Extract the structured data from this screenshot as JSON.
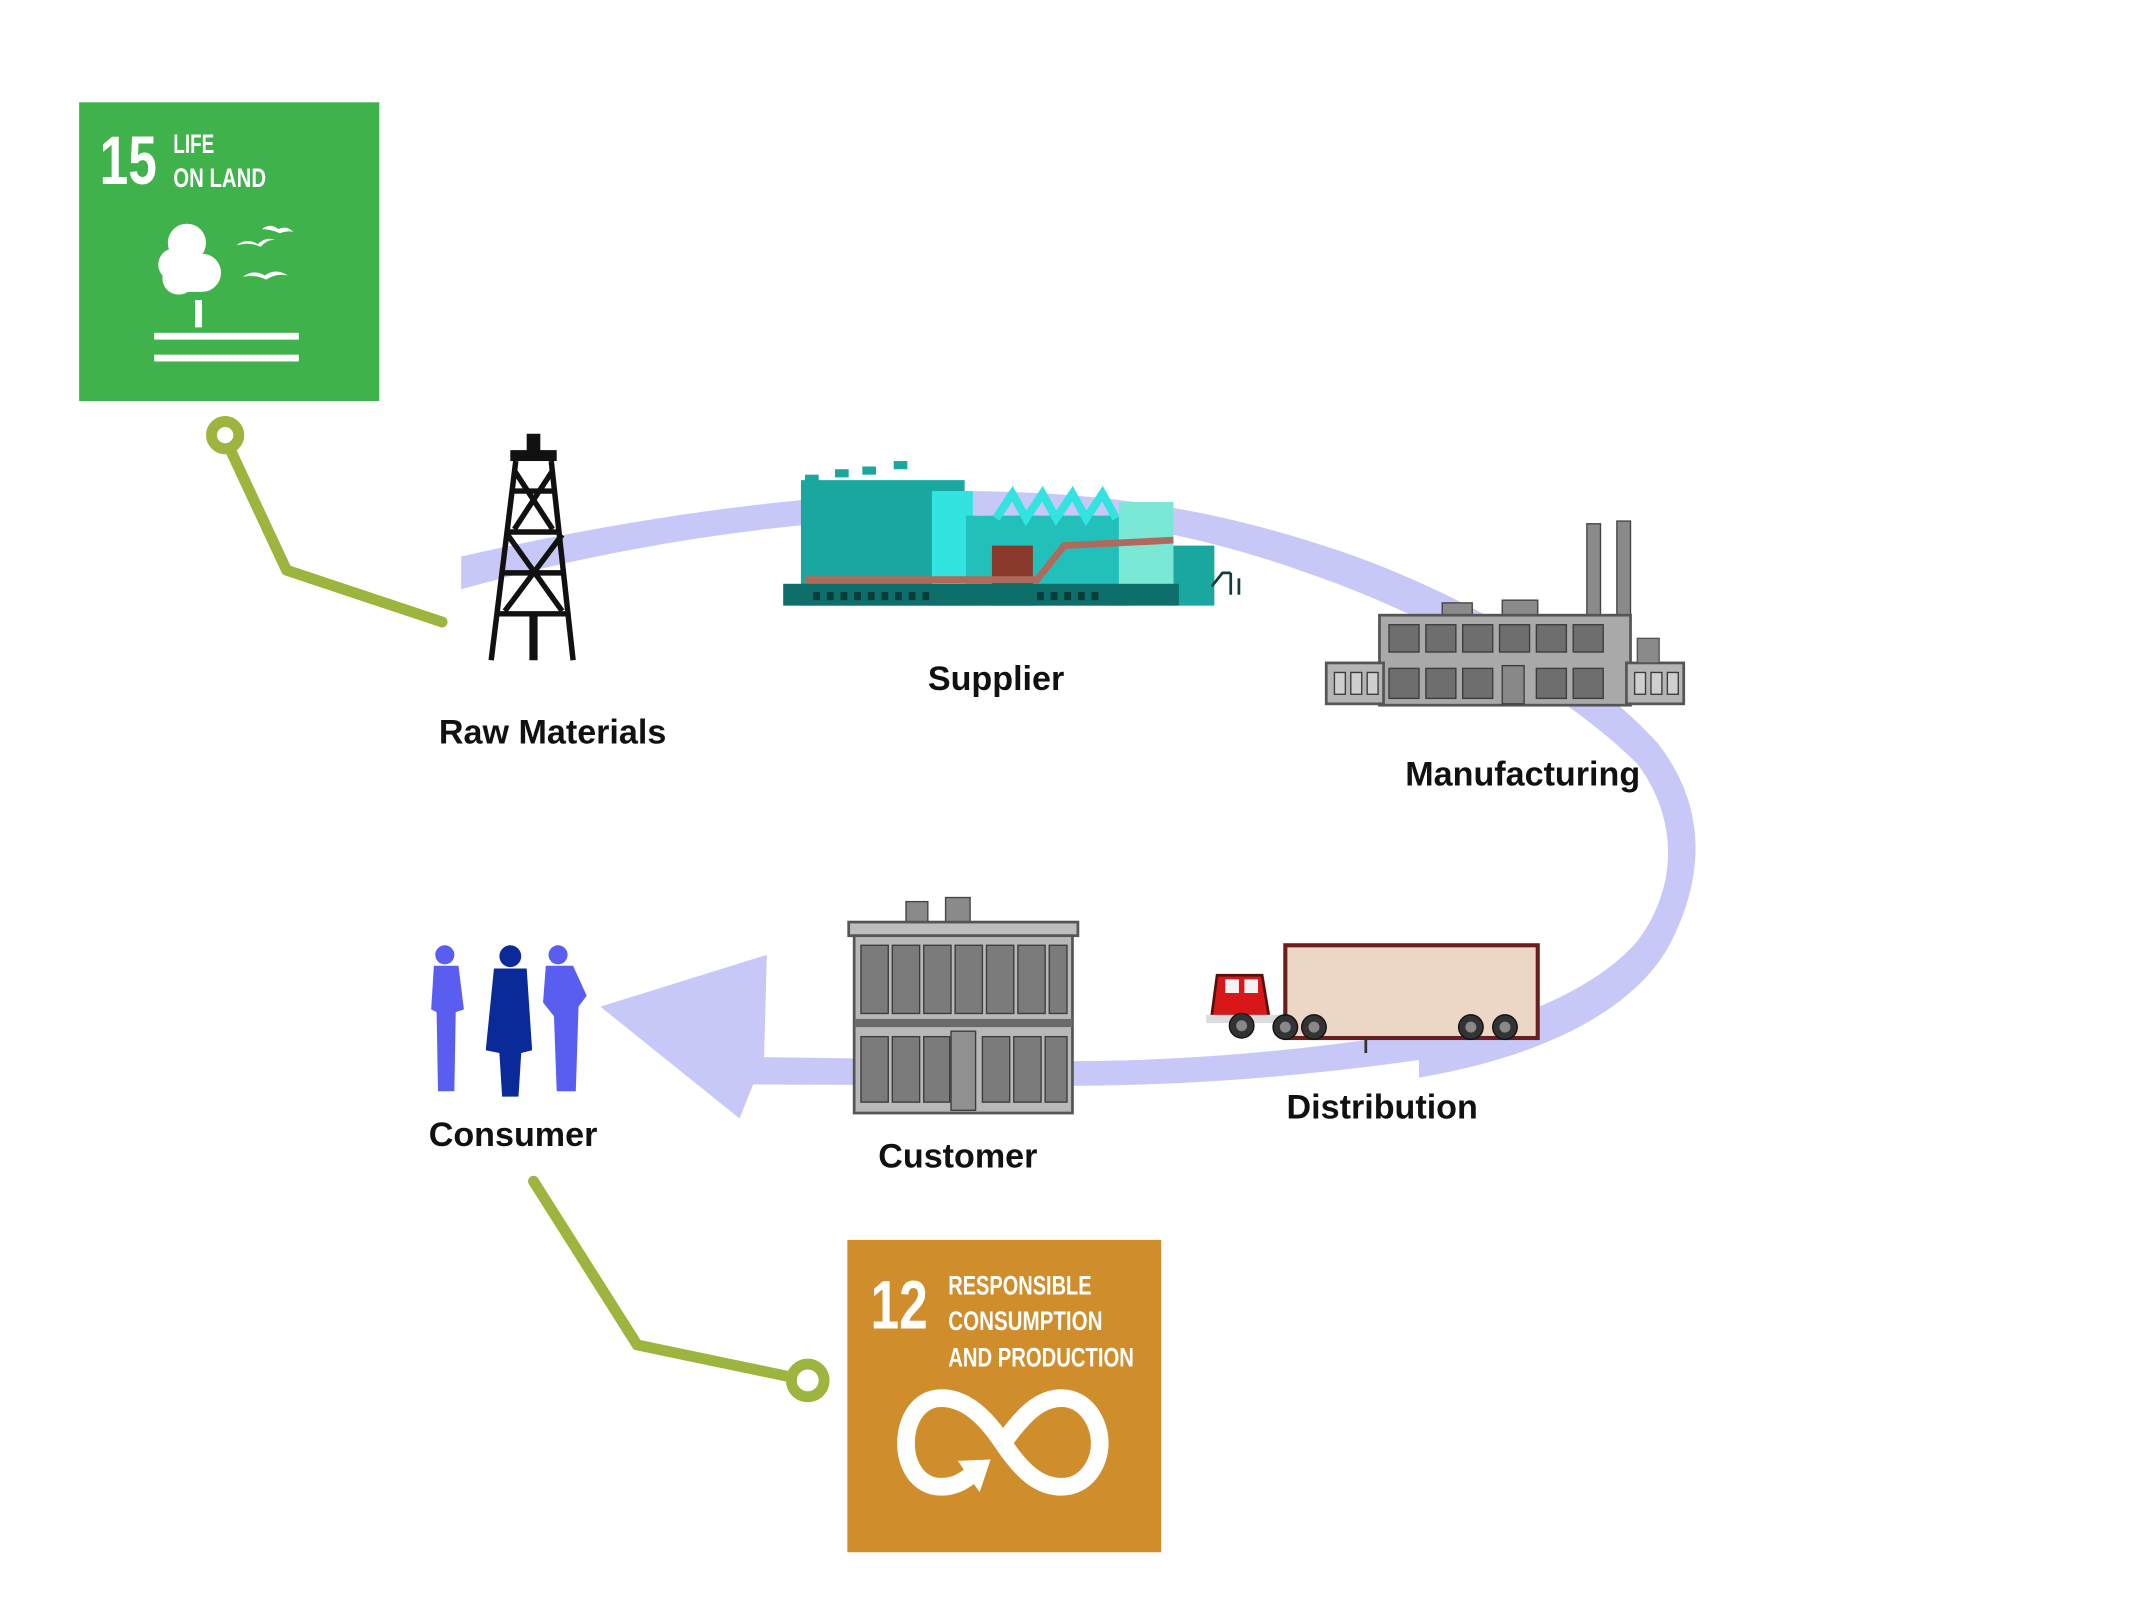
{
  "colors": {
    "flow_band": "#c8c8f8",
    "connector": "#9db43f",
    "sdg15_bg": "#3fb24b",
    "sdg12_bg": "#cf8d2c",
    "label_text": "#111111"
  },
  "sdg_badges": [
    {
      "id": "sdg15",
      "number": "15",
      "title_lines": [
        "LIFE",
        "ON LAND"
      ],
      "icon": "tree-and-birds-icon"
    },
    {
      "id": "sdg12",
      "number": "12",
      "title_lines": [
        "RESPONSIBLE",
        "CONSUMPTION",
        "AND PRODUCTION"
      ],
      "icon": "infinity-loop-arrow-icon"
    }
  ],
  "flow": {
    "direction": "Raw Materials → Supplier → Manufacturing → Distribution → Customer → Consumer",
    "stages": [
      {
        "id": "raw-materials",
        "label": "Raw Materials",
        "icon": "oil-derrick-icon"
      },
      {
        "id": "supplier",
        "label": "Supplier",
        "icon": "industrial-plant-icon"
      },
      {
        "id": "manufacturing",
        "label": "Manufacturing",
        "icon": "factory-icon"
      },
      {
        "id": "distribution",
        "label": "Distribution",
        "icon": "semi-truck-icon"
      },
      {
        "id": "customer",
        "label": "Customer",
        "icon": "store-building-icon"
      },
      {
        "id": "consumer",
        "label": "Consumer",
        "icon": "people-group-icon"
      }
    ]
  },
  "links": [
    {
      "from": "sdg15",
      "to": "raw-materials"
    },
    {
      "from": "consumer",
      "to": "sdg12"
    }
  ]
}
